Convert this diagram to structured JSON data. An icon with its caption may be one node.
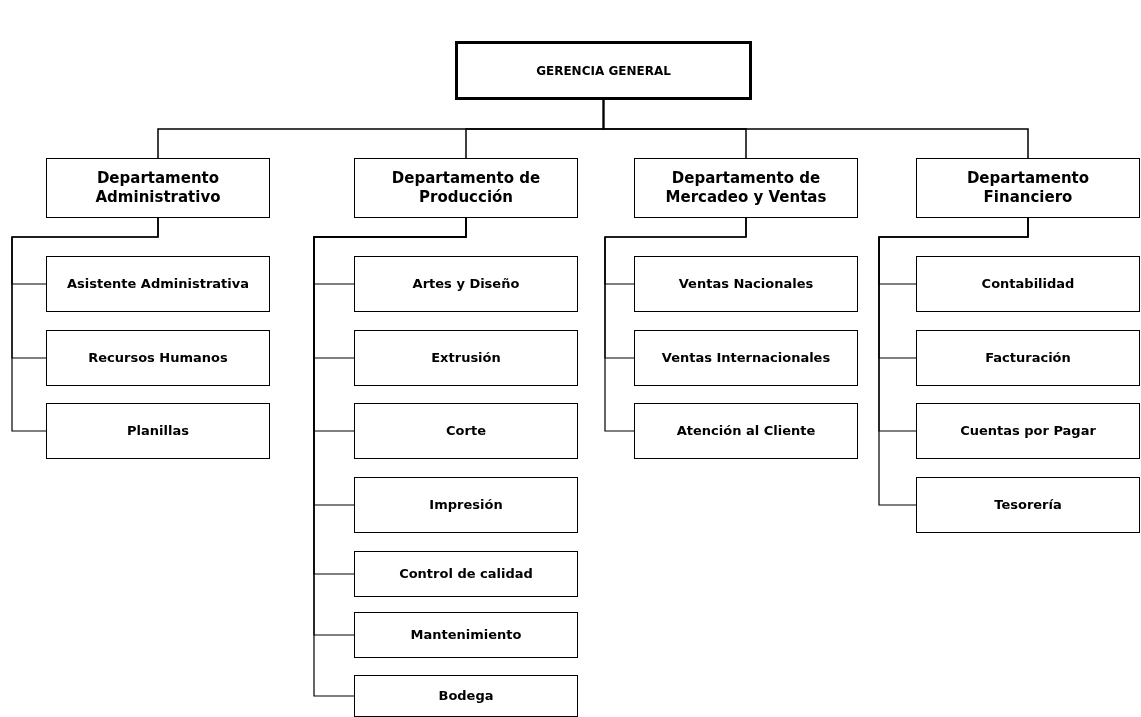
{
  "diagram": {
    "nodes": [
      {
        "text": [
          "GERENCIA GENERAL"
        ]
      },
      {
        "text": [
          "Departamento Administrativo"
        ]
      },
      {
        "text": [
          "Departamento de Producción"
        ]
      },
      {
        "text": [
          "Departamento de Mercadeo y Ventas"
        ]
      },
      {
        "text": [
          "Departamento Financiero"
        ]
      },
      {
        "text": [
          "Asistente Administrativa"
        ]
      },
      {
        "text": [
          "Recursos Humanos"
        ]
      },
      {
        "text": [
          "Planillas"
        ]
      },
      {
        "text": [
          "Artes y Diseño"
        ]
      },
      {
        "text": [
          "Extrusión"
        ]
      },
      {
        "text": [
          "Corte"
        ]
      },
      {
        "text": [
          "Impresión"
        ]
      },
      {
        "text": [
          "Control de calidad"
        ]
      },
      {
        "text": [
          "Mantenimiento"
        ]
      },
      {
        "text": [
          "Bodega"
        ]
      },
      {
        "text": [
          "Ventas Nacionales"
        ]
      },
      {
        "text": [
          "Ventas Internacionales"
        ]
      },
      {
        "text": [
          "Atención al Cliente"
        ]
      },
      {
        "text": [
          "Contabilidad"
        ]
      },
      {
        "text": [
          "Facturación"
        ]
      },
      {
        "text": [
          "Cuentas por Pagar"
        ]
      },
      {
        "text": [
          "Tesorería"
        ]
      }
    ],
    "edges": [
      {
        "from": 0,
        "to": 1,
        "arrow": "none"
      },
      {
        "from": 0,
        "to": 2,
        "arrow": "none"
      },
      {
        "from": 0,
        "to": 3,
        "arrow": "none"
      },
      {
        "from": 0,
        "to": 4,
        "arrow": "none"
      },
      {
        "from": 1,
        "to": 5,
        "arrow": "none"
      },
      {
        "from": 1,
        "to": 6,
        "arrow": "none"
      },
      {
        "from": 1,
        "to": 7,
        "arrow": "none"
      },
      {
        "from": 2,
        "to": 8,
        "arrow": "none"
      },
      {
        "from": 2,
        "to": 9,
        "arrow": "none"
      },
      {
        "from": 2,
        "to": 10,
        "arrow": "none"
      },
      {
        "from": 2,
        "to": 11,
        "arrow": "none"
      },
      {
        "from": 2,
        "to": 12,
        "arrow": "none"
      },
      {
        "from": 2,
        "to": 13,
        "arrow": "none"
      },
      {
        "from": 2,
        "to": 14,
        "arrow": "none"
      },
      {
        "from": 3,
        "to": 15,
        "arrow": "none"
      },
      {
        "from": 3,
        "to": 16,
        "arrow": "none"
      },
      {
        "from": 3,
        "to": 17,
        "arrow": "none"
      },
      {
        "from": 4,
        "to": 18,
        "arrow": "none"
      },
      {
        "from": 4,
        "to": 19,
        "arrow": "none"
      },
      {
        "from": 4,
        "to": 20,
        "arrow": "none"
      },
      {
        "from": 4,
        "to": 21,
        "arrow": "none"
      }
    ]
  }
}
